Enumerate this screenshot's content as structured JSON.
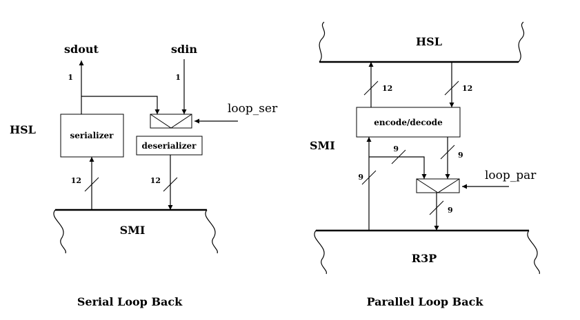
{
  "serial": {
    "caption": "Serial Loop Back",
    "side_label": "HSL",
    "bus_label": "SMI",
    "out_label": "sdout",
    "in_label": "sdin",
    "serializer_label": "serializer",
    "deserializer_label": "deserializer",
    "mux_control_label": "loop_ser",
    "width_out": "1",
    "width_in": "1",
    "width_serializer_in": "12",
    "width_deserializer_out": "12"
  },
  "parallel": {
    "caption": "Parallel Loop Back",
    "top_bus_label": "HSL",
    "side_label": "SMI",
    "bottom_bus_label": "R3P",
    "codec_label": "encode/decode",
    "mux_control_label": "loop_par",
    "width_codec_up": "12",
    "width_codec_down": "12",
    "width_loop": "9",
    "width_decode_out": "9",
    "width_r3p_up": "9",
    "width_mux_out": "9"
  }
}
